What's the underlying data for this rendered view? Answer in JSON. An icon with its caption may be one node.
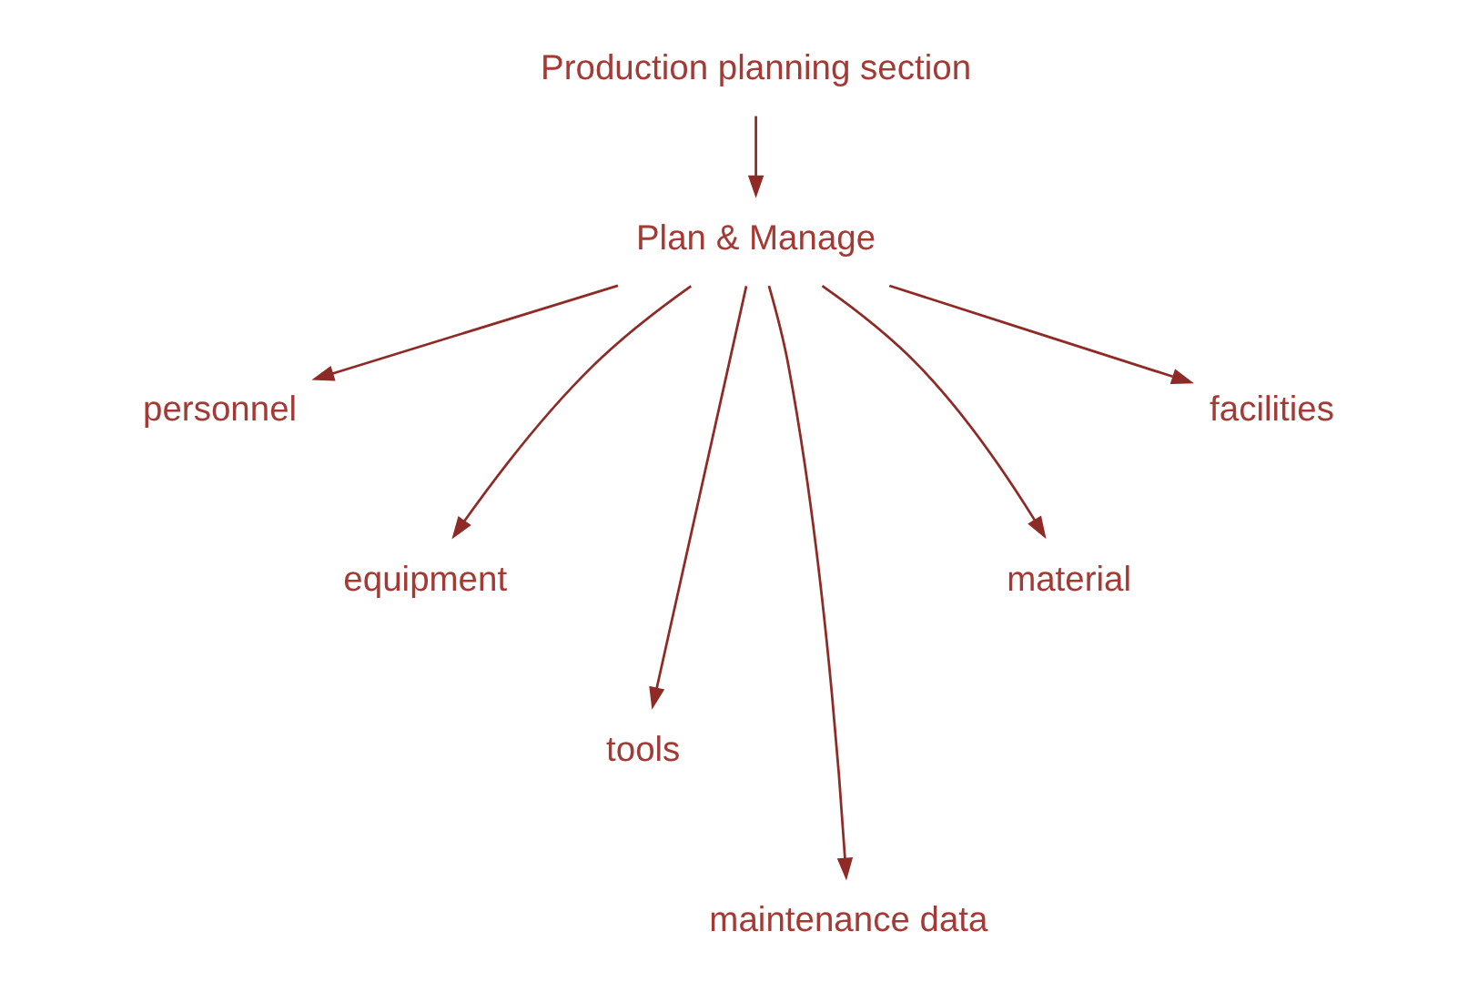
{
  "diagram": {
    "nodes": [
      {
        "text": [
          "Production planning section"
        ]
      },
      {
        "text": [
          "Plan & Manage"
        ]
      },
      {
        "text": [
          "personnel"
        ]
      },
      {
        "text": [
          "equipment"
        ]
      },
      {
        "text": [
          "tools"
        ]
      },
      {
        "text": [
          "maintenance data"
        ]
      },
      {
        "text": [
          "material"
        ]
      },
      {
        "text": [
          "facilities"
        ]
      }
    ],
    "edges": [
      {
        "from": 0,
        "to": 1,
        "arrow": "to"
      },
      {
        "from": 1,
        "to": 2,
        "arrow": "to"
      },
      {
        "from": 1,
        "to": 3,
        "arrow": "to"
      },
      {
        "from": 1,
        "to": 4,
        "arrow": "to"
      },
      {
        "from": 1,
        "to": 5,
        "arrow": "to"
      },
      {
        "from": 1,
        "to": 6,
        "arrow": "to"
      },
      {
        "from": 1,
        "to": 7,
        "arrow": "to"
      }
    ]
  }
}
